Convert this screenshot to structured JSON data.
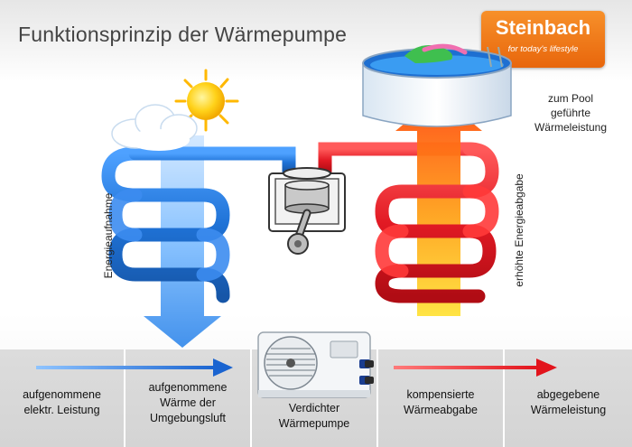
{
  "title": "Funktionsprinzip der Wärmepumpe",
  "logo": {
    "name": "Steinbach",
    "tagline": "for today's lifestyle"
  },
  "left_vertical_label": "Energieaufnahme",
  "right_vertical_label": "erhöhte Energieabgabe",
  "pool_note": {
    "line1": "zum Pool",
    "line2": "geführte",
    "line3": "Wärmeleistung"
  },
  "colors": {
    "cold": "#1e6fd1",
    "hot": "#e0141e",
    "logo": "#ef7a1a"
  },
  "icons": [
    "sun-icon",
    "cloud-icon",
    "compressor-icon",
    "pool-icon",
    "heat-pump-unit-icon",
    "blue-arrow-icon",
    "red-arrow-icon"
  ],
  "bottom": {
    "c1": {
      "line1": "aufgenommene",
      "line2": "elektr. Leistung"
    },
    "c2": {
      "line1": "aufgenommene",
      "line2": "Wärme der",
      "line3": "Umgebungsluft"
    },
    "c3": {
      "line1": "Verdichter",
      "line2": "Wärmepumpe"
    },
    "c4": {
      "line1": "kompensierte",
      "line2": "Wärmeabgabe"
    },
    "c5": {
      "line1": "abgegebene",
      "line2": "Wärmeleistung"
    }
  }
}
